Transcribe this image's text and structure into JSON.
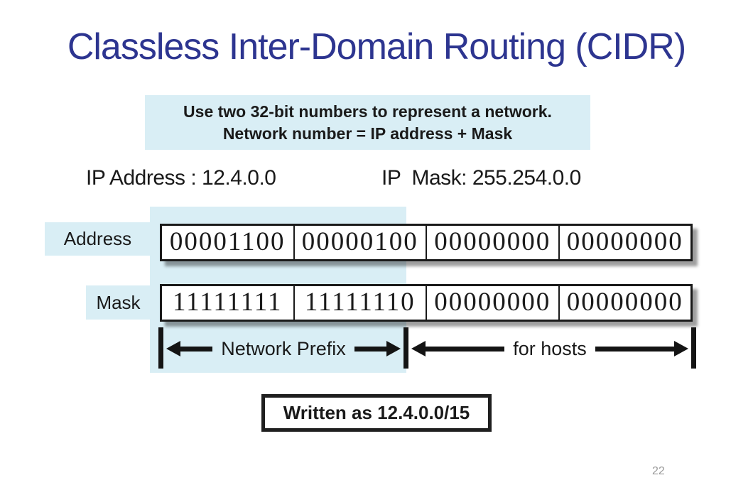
{
  "slide": {
    "title": "Classless Inter-Domain Routing (CIDR)",
    "instruction": {
      "line1": "Use two 32-bit numbers to represent a network.",
      "line2": "Network number = IP address + Mask"
    },
    "ip_line": {
      "address": "IP Address : 12.4.0.0",
      "mask": "IP  Mask: 255.254.0.0"
    },
    "rows": {
      "address": {
        "label": "Address",
        "octets": [
          "00001100",
          "00000100",
          "00000000",
          "00000000"
        ]
      },
      "mask": {
        "label": "Mask",
        "octets": [
          "11111111",
          "11111110",
          "00000000",
          "00000000"
        ]
      }
    },
    "spans": {
      "network_prefix": "Network Prefix",
      "for_hosts": "for hosts"
    },
    "written_as": "Written as 12.4.0.0/15",
    "page_number": "22",
    "colors": {
      "title": "#2d3590",
      "highlight": "#d9eef5",
      "text": "#1a1a1a",
      "page_number": "#9a9a9a"
    }
  }
}
